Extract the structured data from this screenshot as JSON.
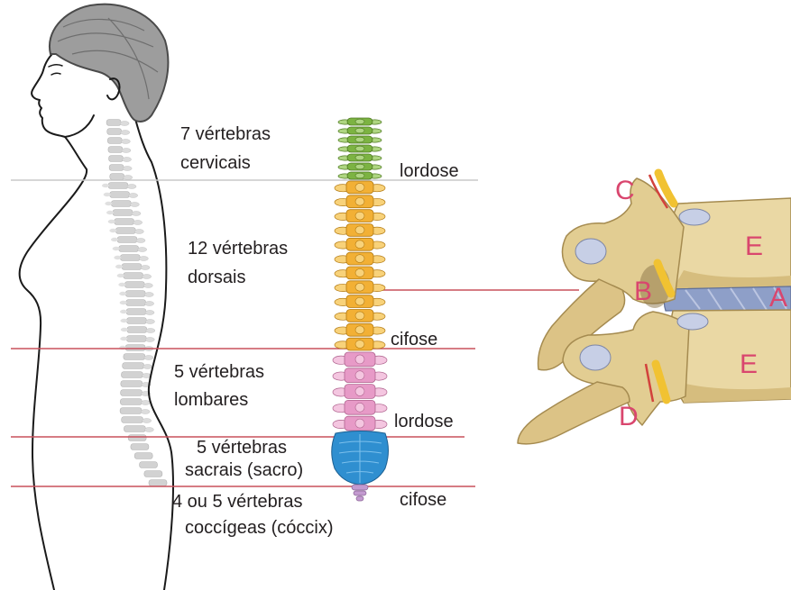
{
  "labels": {
    "cervical": {
      "line1": "7 vértebras",
      "line2": "cervicais"
    },
    "dorsal": {
      "line1": "12 vértebras",
      "line2": "dorsais"
    },
    "lumbar": {
      "line1": "5 vértebras",
      "line2": "lombares"
    },
    "sacral": {
      "line1": "5 vértebras",
      "line2": "sacrais (sacro)"
    },
    "coccygeal": {
      "line1": "4 ou 5 vértebras",
      "line2": "coccígeas (cóccix)"
    }
  },
  "curvatures": {
    "cervical": "lordose",
    "thoracic": "cifose",
    "lumbar": "lordose",
    "sacral": "cifose"
  },
  "illustration_letters": {
    "c": "C",
    "b": "B",
    "a": "A",
    "e_upper": "E",
    "e_lower": "E",
    "d": "D"
  },
  "colors": {
    "cervical": {
      "base": "#7cb342",
      "light": "#aed581",
      "dark": "#4f7a23"
    },
    "thoracic": {
      "base": "#f2b035",
      "light": "#f8d27a",
      "dark": "#b37a12"
    },
    "lumbar": {
      "base": "#e79ac7",
      "light": "#f4c6e0",
      "dark": "#b0648f"
    },
    "sacral": {
      "base": "#2f8fd0",
      "light": "#7cc0ec",
      "dark": "#1c5f91"
    },
    "coccygeal": {
      "base": "#c39ad0",
      "light": "#e0c6ea",
      "dark": "#8a6496"
    },
    "letters": "#d9466e",
    "region_divider": "#c8505c",
    "cervical_divider": "#c9c9c9"
  }
}
